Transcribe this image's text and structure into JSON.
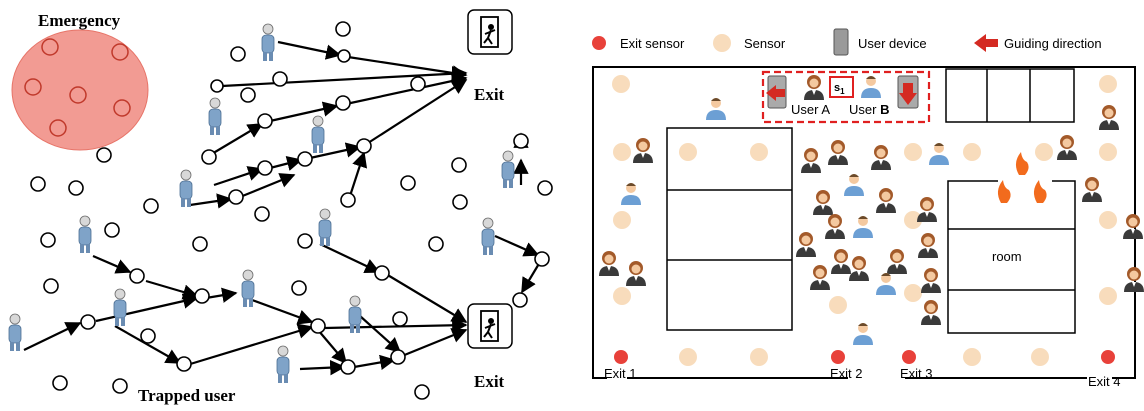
{
  "left": {
    "emergency_label": "Emergency",
    "exit_top_label": "Exit",
    "exit_bottom_label": "Exit",
    "trapped_label": "Trapped user",
    "colors": {
      "emergency_fill": "#f08a80",
      "node_stroke": "#000000",
      "person": "#7fa3c8"
    }
  },
  "right": {
    "legend": {
      "exit_sensor": "Exit sensor",
      "sensor": "Sensor",
      "user_device": "User device",
      "guiding_direction": "Guiding direction"
    },
    "user_a": "User A",
    "user_b_prefix": "User ",
    "user_b_bold": "B",
    "s1_main": "s",
    "s1_sub": "1",
    "room_label": "room",
    "exits": [
      "Exit 1",
      "Exit 2",
      "Exit 3",
      "Exit 4"
    ],
    "colors": {
      "exit_sensor": "#e8413a",
      "sensor": "#f8dcbc",
      "guiding_arrow": "#d42a22",
      "dashed_box": "#e02020"
    }
  }
}
